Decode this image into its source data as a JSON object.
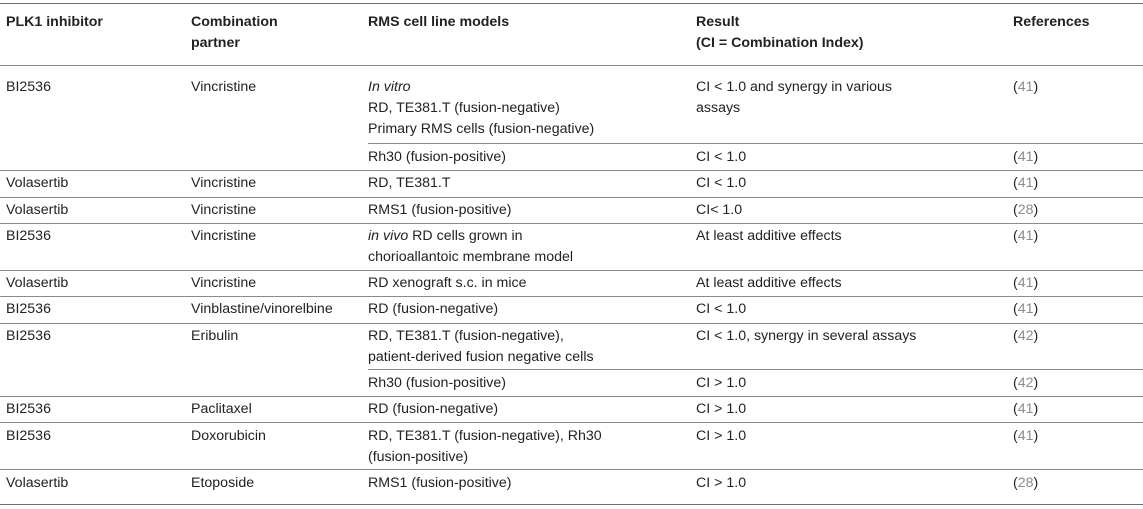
{
  "header": {
    "col1": [
      "PLK1 inhibitor"
    ],
    "col2": [
      "Combination",
      "partner"
    ],
    "col3": [
      "RMS cell line models"
    ],
    "col4": [
      "Result",
      "(CI = Combination Index)"
    ],
    "col5": [
      "References"
    ]
  },
  "rows": [
    {
      "inhibitor": "BI2536",
      "partner": "Vincristine",
      "models_italic": "In vitro",
      "models": [
        "RD, TE381.T (fusion-negative)",
        "Primary RMS cells (fusion-negative)"
      ],
      "result": [
        "CI < 1.0 and synergy in various",
        "assays"
      ],
      "ref": "41"
    },
    {
      "inhibitor": "",
      "partner": "",
      "models": [
        "Rh30 (fusion-positive)"
      ],
      "result": [
        "CI < 1.0"
      ],
      "ref": "41"
    },
    {
      "inhibitor": "Volasertib",
      "partner": "Vincristine",
      "models": [
        "RD, TE381.T"
      ],
      "result": [
        "CI < 1.0"
      ],
      "ref": "41"
    },
    {
      "inhibitor": "Volasertib",
      "partner": "Vincristine",
      "models": [
        "RMS1 (fusion-positive)"
      ],
      "result": [
        "CI< 1.0"
      ],
      "ref": "28"
    },
    {
      "inhibitor": "BI2536",
      "partner": "Vincristine",
      "models_italic_prefix": "in vivo",
      "models": [
        " RD cells grown in",
        "chorioallantoic membrane model"
      ],
      "result": [
        "At least additive effects"
      ],
      "ref": "41"
    },
    {
      "inhibitor": "Volasertib",
      "partner": "Vincristine",
      "models": [
        "RD xenograft s.c. in mice"
      ],
      "result": [
        "At least additive effects"
      ],
      "ref": "41"
    },
    {
      "inhibitor": "BI2536",
      "partner": "Vinblastine/vinorelbine",
      "models": [
        "RD (fusion-negative)"
      ],
      "result": [
        "CI < 1.0"
      ],
      "ref": "41"
    },
    {
      "inhibitor": "BI2536",
      "partner": "Eribulin",
      "models": [
        "RD, TE381.T (fusion-negative),",
        "patient-derived fusion negative cells"
      ],
      "result": [
        "CI < 1.0, synergy in several assays"
      ],
      "ref": "42"
    },
    {
      "inhibitor": "",
      "partner": "",
      "models": [
        "Rh30 (fusion-positive)"
      ],
      "result": [
        "CI > 1.0"
      ],
      "ref": "42"
    },
    {
      "inhibitor": "BI2536",
      "partner": "Paclitaxel",
      "models": [
        "RD (fusion-negative)"
      ],
      "result": [
        "CI > 1.0"
      ],
      "ref": "41"
    },
    {
      "inhibitor": "BI2536",
      "partner": "Doxorubicin",
      "models": [
        "RD, TE381.T (fusion-negative), Rh30",
        "(fusion-positive)"
      ],
      "result": [
        "CI > 1.0"
      ],
      "ref": "41"
    },
    {
      "inhibitor": "Volasertib",
      "partner": "Etoposide",
      "models": [
        "RMS1 (fusion-positive)"
      ],
      "result": [
        "CI > 1.0"
      ],
      "ref": "28"
    }
  ]
}
